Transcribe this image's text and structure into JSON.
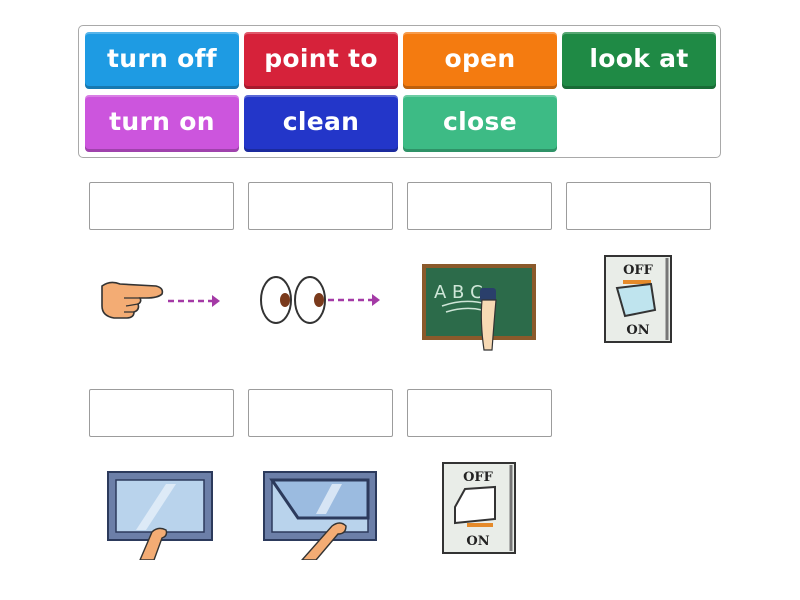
{
  "activity": {
    "type": "match-up",
    "word_bank": [
      {
        "label": "turn off",
        "color": "#1e9be3"
      },
      {
        "label": "point to",
        "color": "#d6223a"
      },
      {
        "label": "open",
        "color": "#f47b10"
      },
      {
        "label": "look at",
        "color": "#1f8a45"
      },
      {
        "label": "turn on",
        "color": "#cc55dd"
      },
      {
        "label": "clean",
        "color": "#2336c9"
      },
      {
        "label": "close",
        "color": "#3dbb85"
      }
    ],
    "drop_zones": [
      {
        "value": ""
      },
      {
        "value": ""
      },
      {
        "value": ""
      },
      {
        "value": ""
      },
      {
        "value": ""
      },
      {
        "value": ""
      },
      {
        "value": ""
      }
    ],
    "pictures": [
      {
        "icon": "pointing-hand-icon"
      },
      {
        "icon": "eyes-looking-icon"
      },
      {
        "icon": "cleaning-blackboard-icon",
        "board_text": "A B C"
      },
      {
        "icon": "light-switch-icon",
        "top_label": "OFF",
        "bottom_label": "ON",
        "state": "off"
      },
      {
        "icon": "closing-window-icon"
      },
      {
        "icon": "opening-window-icon"
      },
      {
        "icon": "light-switch-icon",
        "top_label": "OFF",
        "bottom_label": "ON",
        "state": "on"
      }
    ]
  }
}
